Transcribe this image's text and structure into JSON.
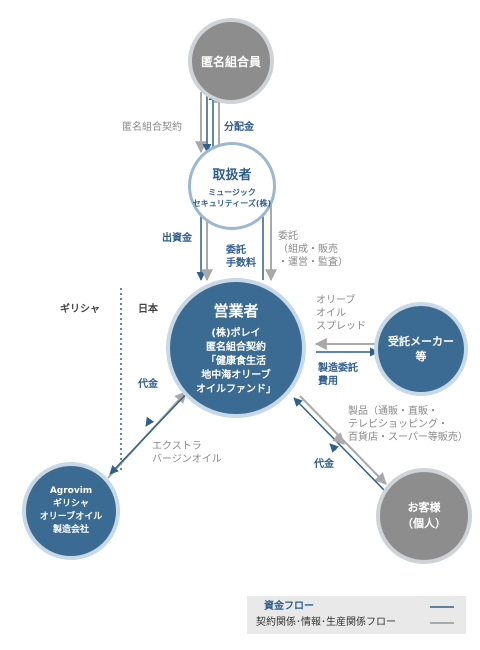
{
  "nodes": {
    "investor": "匿名組合員",
    "handler_title": "取扱者",
    "handler_sub": "ミュージック\nセキュリティーズ(株)",
    "operator_title": "営業者",
    "operator_body": "(株)ポレイ\n匿名組合契約\n「健康食生活\n地中海オリーブ\nオイルファンド」",
    "maker": "受託メーカー\n等",
    "customer": "お客様\n（個人）",
    "agrovim": "Agrovim\nギリシャ\nオリーブオイル\n製造会社"
  },
  "labels": {
    "contract": "匿名組合契約",
    "distribution": "分配金",
    "investment": "出資金",
    "fee": "委託\n手数料",
    "entrust": "委託\n（組成・販売\n・運営・監査）",
    "greece": "ギリシャ",
    "japan": "日本",
    "olive_spread": "オリーブ\nオイル\nスプレッド",
    "manufacturing_fee": "製造委託\n費用",
    "price_left": "代金",
    "extra_virgin": "エクストラ\nバージンオイル",
    "products": "製品（通販・直販・\nテレビショッピング・\n百貨店・スーパー等販売）",
    "price_right": "代金"
  },
  "legend": {
    "money_flow": "資金フロー",
    "contract_flow": "契約関係･情報･生産関係フロー"
  },
  "colors": {
    "money": "#2f5f8c",
    "contract": "#a9a9a9",
    "node_blue": "#3b6b93",
    "node_gray": "#8d8d8d"
  }
}
